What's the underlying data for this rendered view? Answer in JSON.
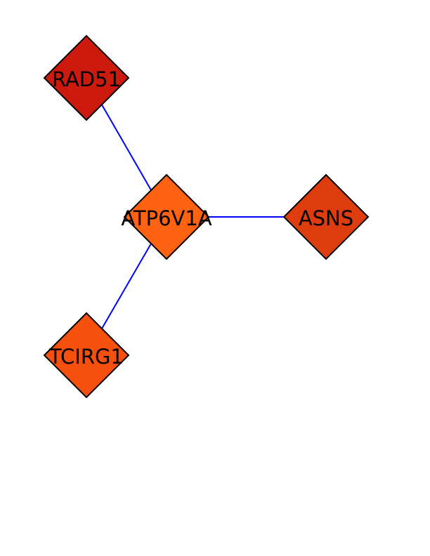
{
  "network": {
    "nodes": [
      {
        "id": "RAD51",
        "label": "RAD51",
        "color": "#cc1a0e"
      },
      {
        "id": "ATP6V1A",
        "label": "ATP6V1A",
        "color": "#ff6210"
      },
      {
        "id": "ASNS",
        "label": "ASNS",
        "color": "#dc3c0e"
      },
      {
        "id": "TCIRG1",
        "label": "TCIRG1",
        "color": "#f6500f"
      }
    ],
    "edges": [
      {
        "source": "RAD51",
        "target": "ATP6V1A"
      },
      {
        "source": "ATP6V1A",
        "target": "ASNS"
      },
      {
        "source": "ATP6V1A",
        "target": "TCIRG1"
      }
    ],
    "edge_color": "#0000ff",
    "node_shape": "diamond"
  }
}
